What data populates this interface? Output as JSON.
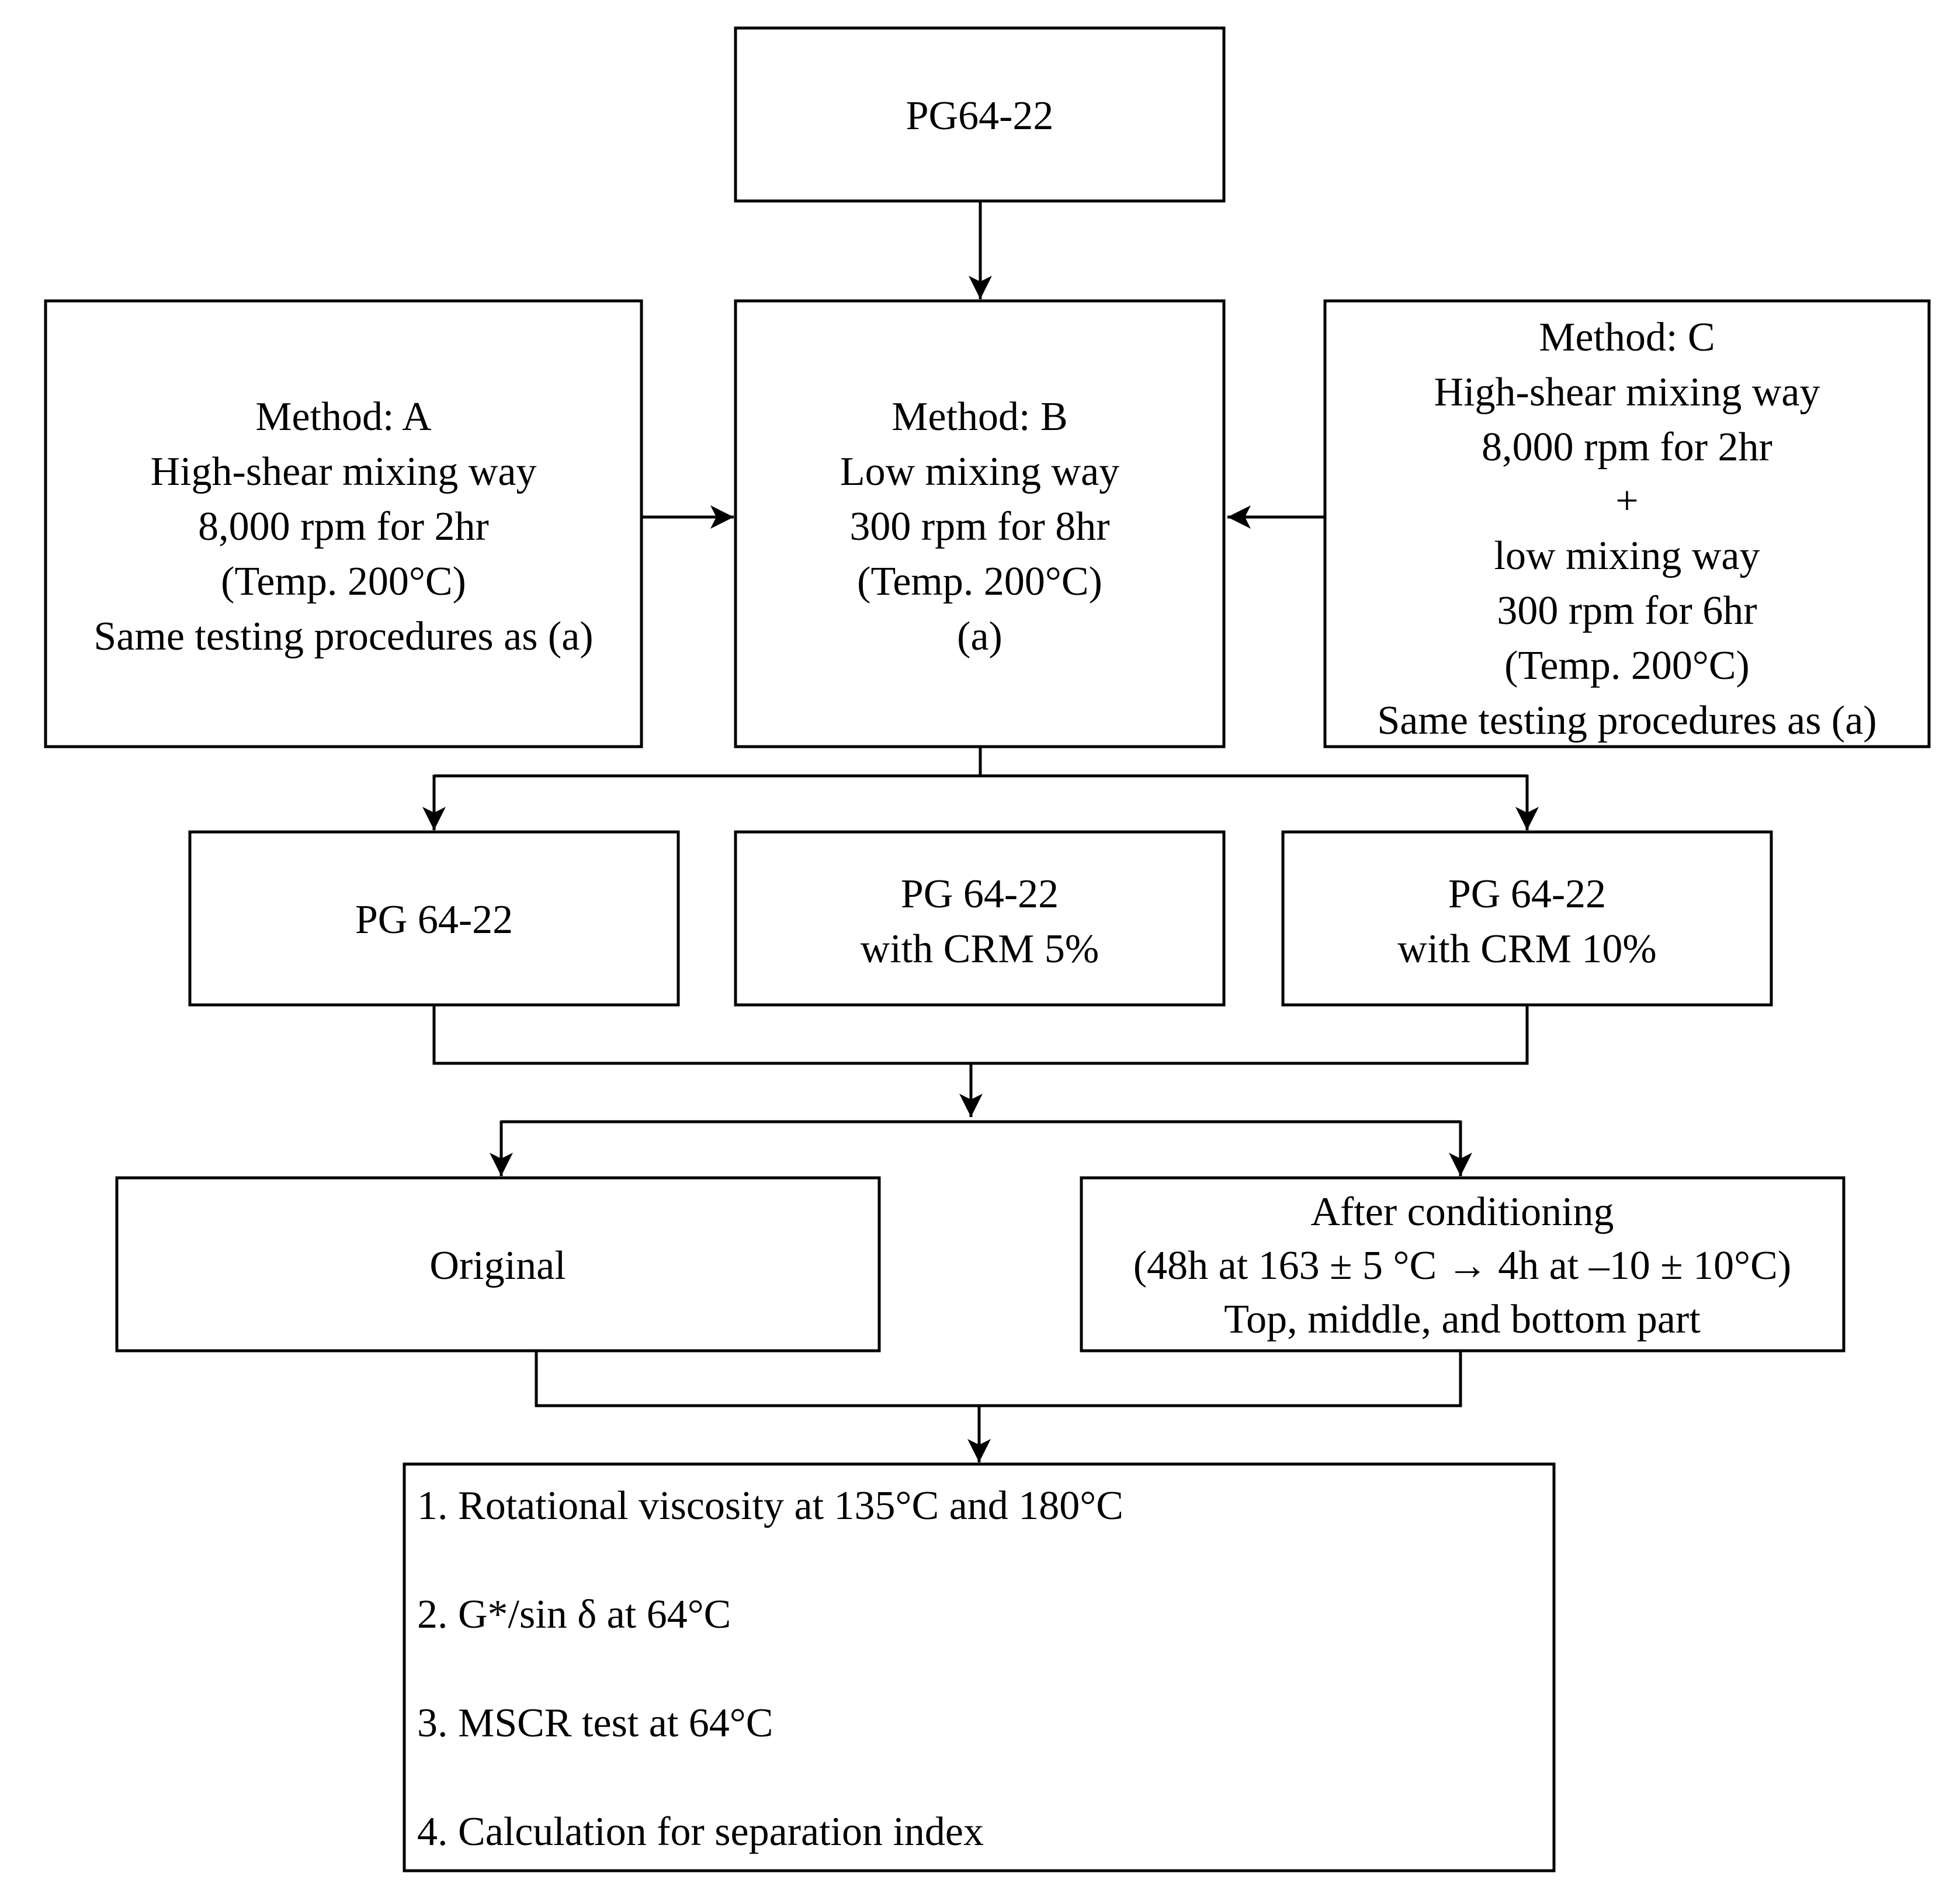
{
  "colors": {
    "line": "#000000",
    "box_fill": "#ffffff",
    "text": "#000000"
  },
  "nodes": {
    "pg_base": {
      "lines": [
        "PG64-22"
      ]
    },
    "method_a": {
      "lines": [
        "Method: A",
        "High-shear mixing way",
        "8,000 rpm for 2hr",
        "(Temp. 200°C)",
        "Same testing procedures as (a)"
      ]
    },
    "method_b": {
      "lines": [
        "Method: B",
        "Low mixing way",
        "300 rpm for 8hr",
        "(Temp. 200°C)",
        "(a)"
      ]
    },
    "method_c": {
      "lines": [
        "Method: C",
        "High-shear mixing way",
        "8,000 rpm for 2hr",
        "+",
        "low mixing way",
        "300 rpm for 6hr",
        "(Temp. 200°C)",
        "Same testing procedures as (a)"
      ]
    },
    "sample_pg": {
      "lines": [
        "PG 64-22"
      ]
    },
    "sample_crm5": {
      "lines": [
        "PG 64-22",
        "with CRM 5%"
      ]
    },
    "sample_crm10": {
      "lines": [
        "PG 64-22",
        "with CRM 10%"
      ]
    },
    "original": {
      "lines": [
        "Original"
      ]
    },
    "conditioning": {
      "lines": [
        "After conditioning",
        "(48h at 163 ± 5 °C → 4h at –10 ± 10°C)",
        "Top, middle, and bottom part"
      ]
    },
    "tests": {
      "lines": [
        "1. Rotational viscosity at 135°C and 180°C",
        "2. G*/sin δ at 64°C",
        "3. MSCR test at 64°C",
        "4. Calculation for separation index"
      ]
    }
  }
}
